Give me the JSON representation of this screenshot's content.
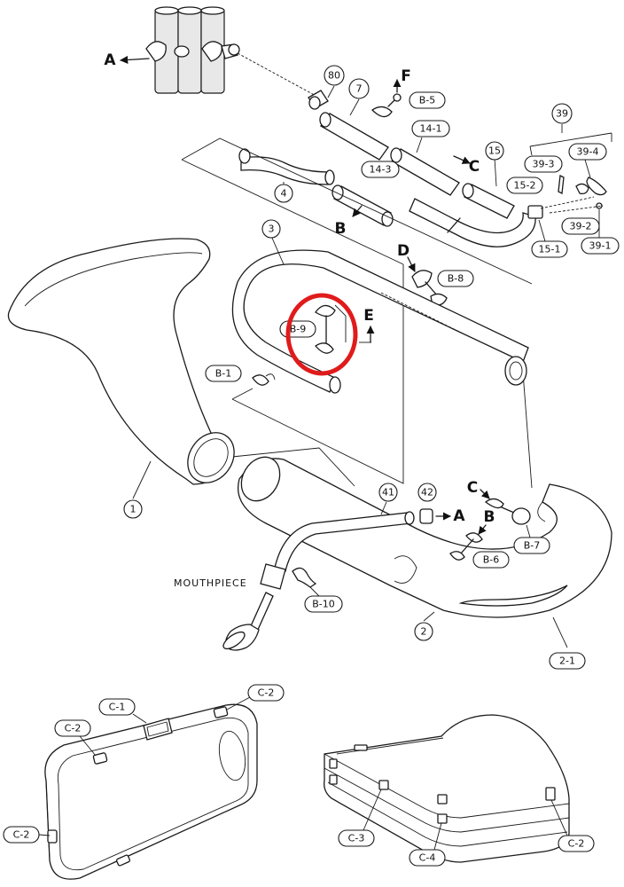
{
  "callouts": {
    "p80": "80",
    "p7": "7",
    "pB5": "B-5",
    "p39": "39",
    "p14_1": "14-1",
    "p15": "15",
    "p39_3": "39-3",
    "p39_4": "39-4",
    "p15_2": "15-2",
    "p39_2": "39-2",
    "p15_1": "15-1",
    "p39_1": "39-1",
    "p14_3": "14-3",
    "p4": "4",
    "p3": "3",
    "pB8": "B-8",
    "pB9": "B-9",
    "pB1": "B-1",
    "p1": "1",
    "p41": "41",
    "p42": "42",
    "pB7": "B-7",
    "pB6": "B-6",
    "pB10": "B-10",
    "p2": "2",
    "p2_1": "2-1",
    "pC1": "C-1",
    "pC2a": "C-2",
    "pC2b": "C-2",
    "pC2c": "C-2",
    "pC2d": "C-2",
    "pC3": "C-3",
    "pC4": "C-4"
  },
  "letters": {
    "A_top": "A",
    "F": "F",
    "C_top": "C",
    "B_top": "B",
    "D": "D",
    "E": "E",
    "C_low": "C",
    "A_low": "A",
    "B_low": "B"
  },
  "mouthpiece_label": "MOUTHPIECE",
  "highlight_color": "#e01b1b"
}
